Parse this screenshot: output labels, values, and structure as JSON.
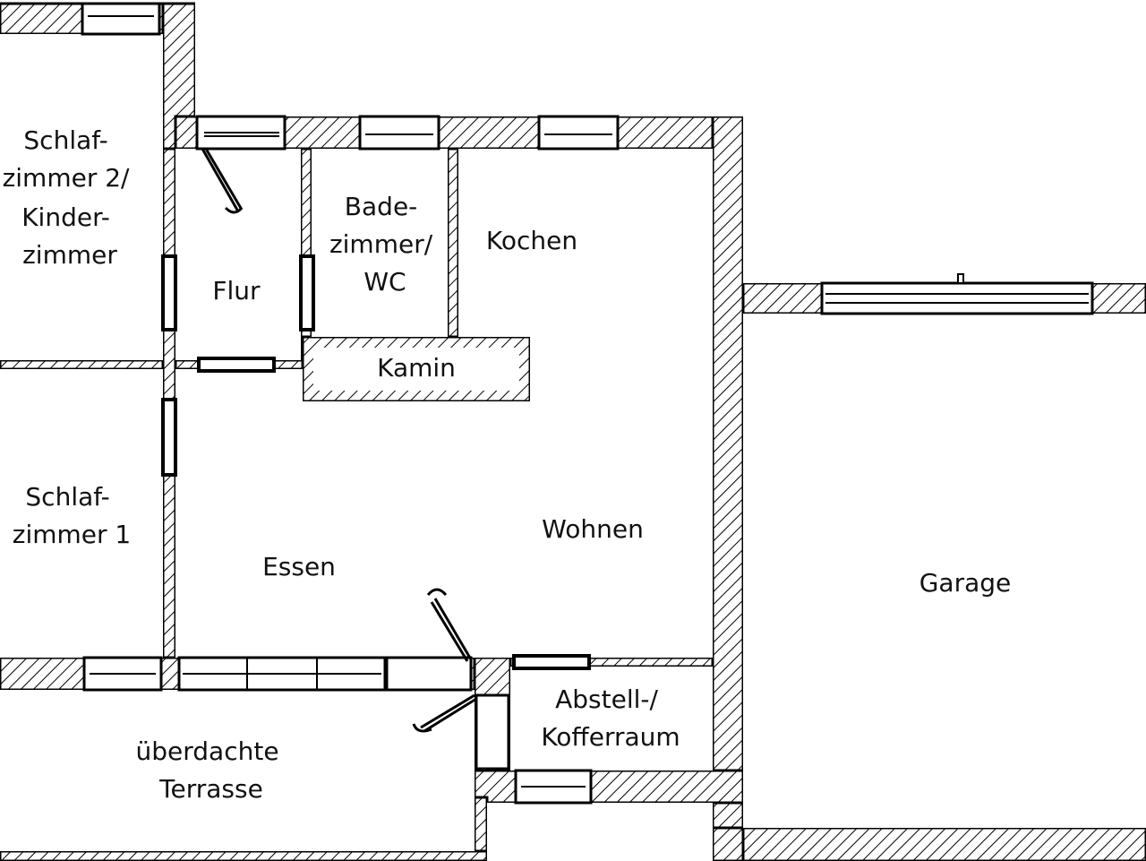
{
  "floor_plan": {
    "rooms": {
      "schlafzimmer2": [
        "Schlaf-",
        "zimmer 2/",
        "Kinder-",
        "zimmer"
      ],
      "flur": [
        "Flur"
      ],
      "bad": [
        "Bade-",
        "zimmer/",
        "WC"
      ],
      "kochen": [
        "Kochen"
      ],
      "kamin": [
        "Kamin"
      ],
      "schlafzimmer1": [
        "Schlaf-",
        "zimmer 1"
      ],
      "essen": [
        "Essen"
      ],
      "wohnen": [
        "Wohnen"
      ],
      "garage": [
        "Garage"
      ],
      "abstell": [
        "Abstell-/",
        "Kofferraum"
      ],
      "terrasse": [
        "überdachte",
        "Terrasse"
      ]
    },
    "colors": {
      "wall_stroke": "#000000",
      "hatch": "#000000",
      "background": "#ffffff"
    }
  }
}
